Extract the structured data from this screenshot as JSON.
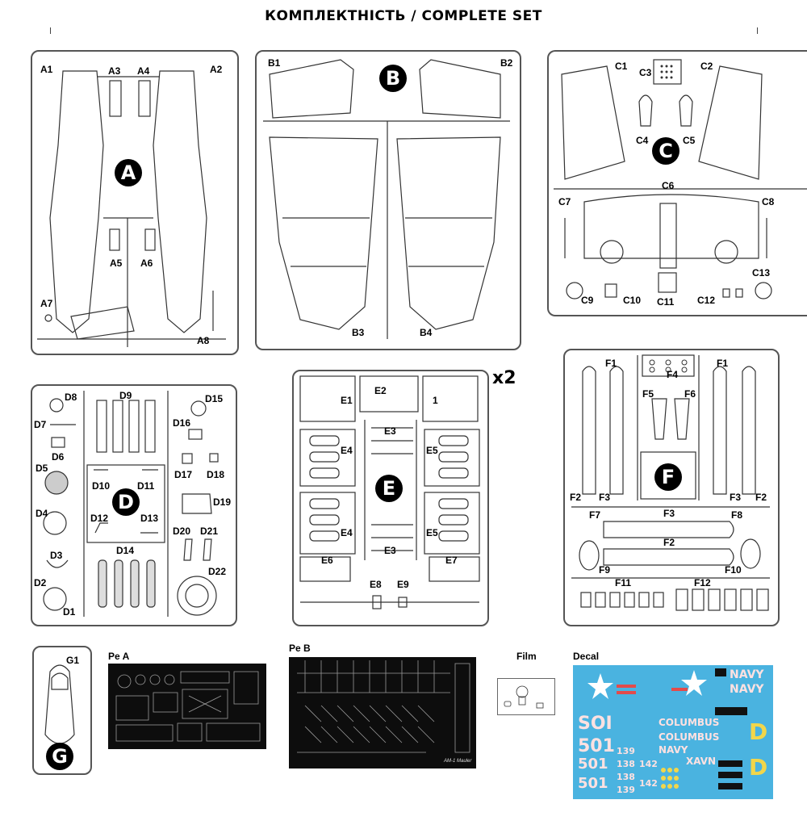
{
  "title": "КОМПЛЕКТНІСТЬ / COMPLETE SET",
  "sprues": {
    "A": {
      "letter": "A",
      "parts": [
        "A1",
        "A2",
        "A3",
        "A4",
        "A5",
        "A6",
        "A7",
        "A8"
      ]
    },
    "B": {
      "letter": "B",
      "parts": [
        "B1",
        "B2",
        "B3",
        "B4"
      ]
    },
    "C": {
      "letter": "C",
      "parts": [
        "C1",
        "C2",
        "C3",
        "C4",
        "C5",
        "C6",
        "C7",
        "C8",
        "C9",
        "C10",
        "C11",
        "C12",
        "C13"
      ]
    },
    "D": {
      "letter": "D",
      "parts": [
        "D1",
        "D2",
        "D3",
        "D4",
        "D5",
        "D6",
        "D7",
        "D8",
        "D9",
        "D10",
        "D11",
        "D12",
        "D13",
        "D14",
        "D15",
        "D16",
        "D17",
        "D18",
        "D19",
        "D20",
        "D21",
        "D22"
      ]
    },
    "E": {
      "letter": "E",
      "multiplier": "x2",
      "parts": [
        "E1",
        "E2",
        "1",
        "E3",
        "E4",
        "E5",
        "E4",
        "E5",
        "E3",
        "E6",
        "E7",
        "E8",
        "E9"
      ]
    },
    "F": {
      "letter": "F",
      "parts": [
        "F1",
        "F1",
        "F4",
        "F5",
        "F6",
        "F2",
        "F3",
        "F3",
        "F2",
        "F7",
        "F3",
        "F8",
        "F2",
        "F9",
        "F10",
        "F11",
        "F12"
      ]
    },
    "G": {
      "letter": "G",
      "parts": [
        "G1"
      ]
    }
  },
  "sheets": {
    "pe_a": {
      "label": "Pe A"
    },
    "pe_b": {
      "label": "Pe B",
      "caption": "AM-1 Mauler"
    },
    "film": {
      "label": "Film"
    },
    "decal": {
      "label": "Decal",
      "texts": [
        "NAVY",
        "NAVY",
        "COLUMBUS",
        "COLUMBUS",
        "NAVY",
        "XAVN",
        "501",
        "501",
        "501",
        "138",
        "138",
        "142",
        "142",
        "139",
        "139",
        "SOI",
        "D",
        "D"
      ]
    }
  },
  "colors": {
    "decal_background": "#4ab3e0",
    "decal_text": "#ffe1e1",
    "sprue_frame": "#555555"
  }
}
